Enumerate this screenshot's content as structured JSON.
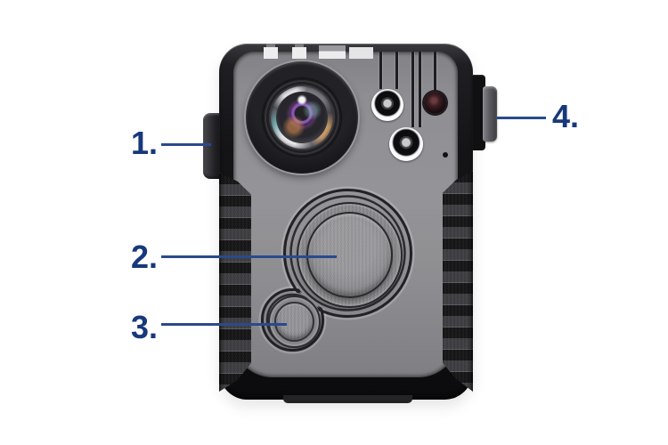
{
  "background_color": "#ffffff",
  "callout_text_color": "#17387b",
  "callout_line_color": "#2a4a8c",
  "callouts": [
    {
      "label": "1.",
      "target": "left-side-button"
    },
    {
      "label": "2.",
      "target": "main-record-button"
    },
    {
      "label": "3.",
      "target": "secondary-button"
    },
    {
      "label": "4.",
      "target": "right-side-button"
    }
  ],
  "device": {
    "name": "body camera front view",
    "body_color": "#141417",
    "face_color": "#8f8f94",
    "parts": [
      "camera-lens",
      "led-upper",
      "led-lower",
      "ir-sensor",
      "microphone-hole",
      "main-record-button",
      "secondary-button",
      "left-side-button",
      "right-side-button",
      "left-grip-ribs",
      "right-grip-ribs"
    ]
  }
}
